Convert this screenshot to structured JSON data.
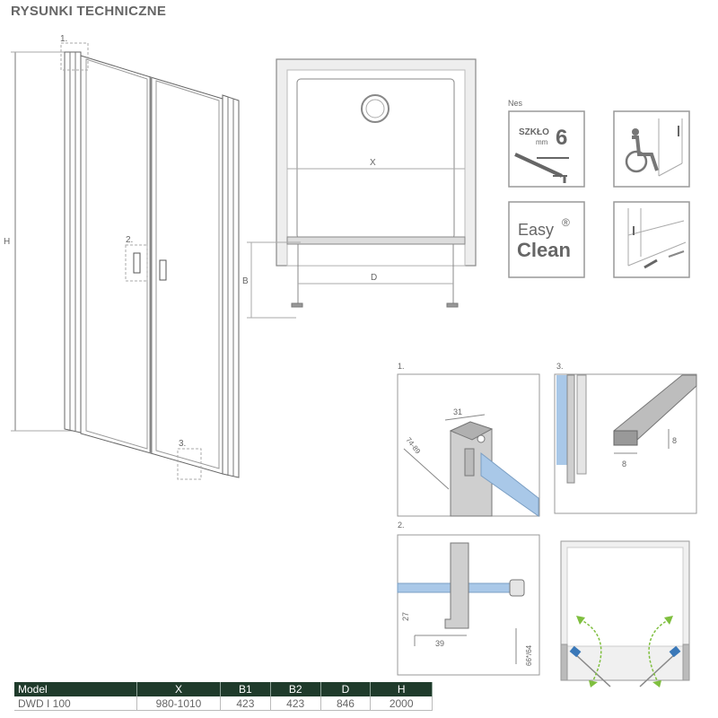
{
  "header": {
    "title": "RYSUNKI TECHNICZNE"
  },
  "drawing": {
    "callouts": [
      "1.",
      "2.",
      "3."
    ],
    "dims": {
      "h": "H",
      "x": "X",
      "b": "B",
      "d": "D"
    }
  },
  "icons": {
    "nes_label": "Nes",
    "glass_label": "SZKŁO",
    "glass_unit": "mm",
    "glass_value": "6",
    "easy_line1": "Easy",
    "easy_line2": "Clean",
    "easy_mark": "®"
  },
  "details": {
    "d1": {
      "label": "1.",
      "dim_top": "31",
      "dim_diag": "74-89"
    },
    "d2": {
      "label": "2.",
      "dim_v": "27",
      "dim_h": "39",
      "dim_right": "66*/64"
    },
    "d3": {
      "label": "3.",
      "dim_v": "8",
      "dim_h": "8"
    }
  },
  "table": {
    "headers": [
      "Model",
      "X",
      "B1",
      "B2",
      "D",
      "H"
    ],
    "rows": [
      [
        "DWD I 100",
        "980-1010",
        "423",
        "423",
        "846",
        "2000"
      ]
    ]
  },
  "colors": {
    "header_bg": "#1f3b2b",
    "glass": "#a9c8e8",
    "arrow": "#7fbf3f",
    "handle": "#3a78b8"
  }
}
